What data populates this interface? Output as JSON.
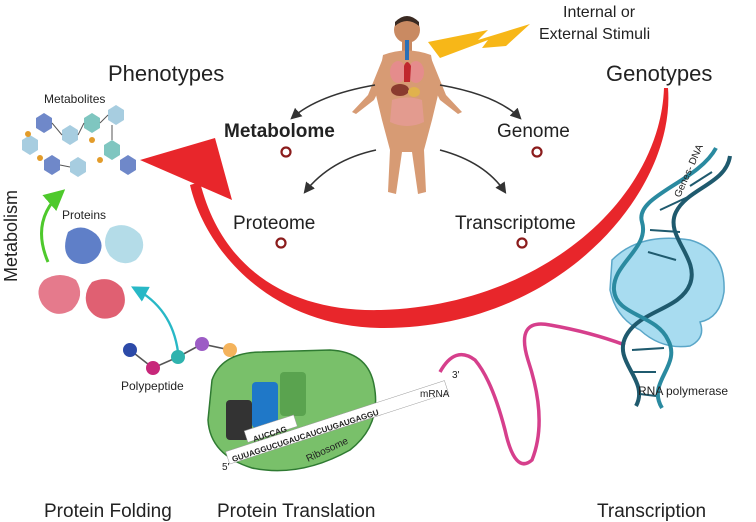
{
  "labels": {
    "stimuli_line1": "Internal or",
    "stimuli_line2": "External Stimuli",
    "phenotypes": "Phenotypes",
    "genotypes": "Genotypes",
    "metabolome": "Metabolome",
    "genome": "Genome",
    "proteome": "Proteome",
    "transcriptome": "Transcriptome",
    "metabolites": "Metabolites",
    "proteins": "Proteins",
    "metabolism": "Metabolism",
    "polypeptide": "Polypeptide",
    "ribosome": "Ribosome",
    "mrna": "mRNA",
    "five_prime": "5'",
    "three_prime": "3'",
    "genes_dna": "Genes- DNA",
    "rna_polymerase": "RNA polymerase",
    "protein_folding": "Protein Folding",
    "protein_translation": "Protein Translation",
    "transcription": "Transcription"
  },
  "mrna_top_strand": "AUCCAG",
  "mrna_bottom_strand": "GUUAGGUCUGAUCAUCUUGAUGAGGU",
  "colors": {
    "big_arrow": "#e8262b",
    "circle_marker": "#8b1c1c",
    "ribosome": "#79c06a",
    "rna_polymerase": "#a8dcf0",
    "dna": "#1f5a6e",
    "mrna": "#d63f8c",
    "metabolism_arrow": "#4ec92c",
    "folding_arrow": "#28b8c6",
    "stimuli_bolt": "#f7b718"
  }
}
